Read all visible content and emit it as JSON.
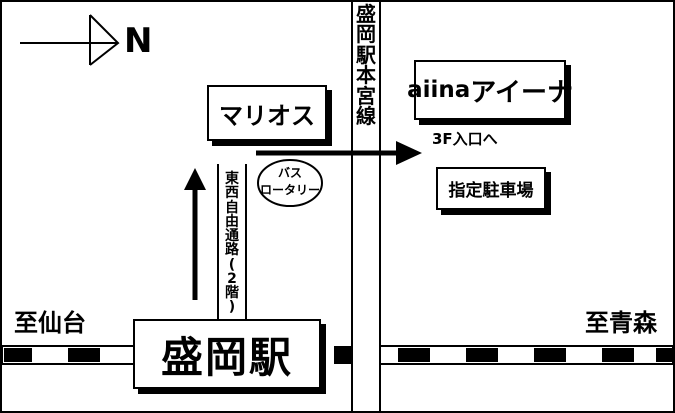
{
  "compass": {
    "label": "N",
    "icon": "north-arrow-icon"
  },
  "places": {
    "marios": "マリオス",
    "aiina_latin": "aiina",
    "aiina_kana": "アイーナ",
    "entrance_note": "3F入口へ",
    "parking": "指定駐車場",
    "bus_rotary_line1": "バス",
    "bus_rotary_line2": "ロータリー",
    "station": "盛岡駅",
    "east_west_passage": "東西自由通路(2階)",
    "station_main_line_road": "盛岡駅本宮線"
  },
  "directions": {
    "to_sendai": "至仙台",
    "to_aomori": "至青森"
  },
  "colors": {
    "ink": "#000000",
    "paper": "#ffffff"
  }
}
